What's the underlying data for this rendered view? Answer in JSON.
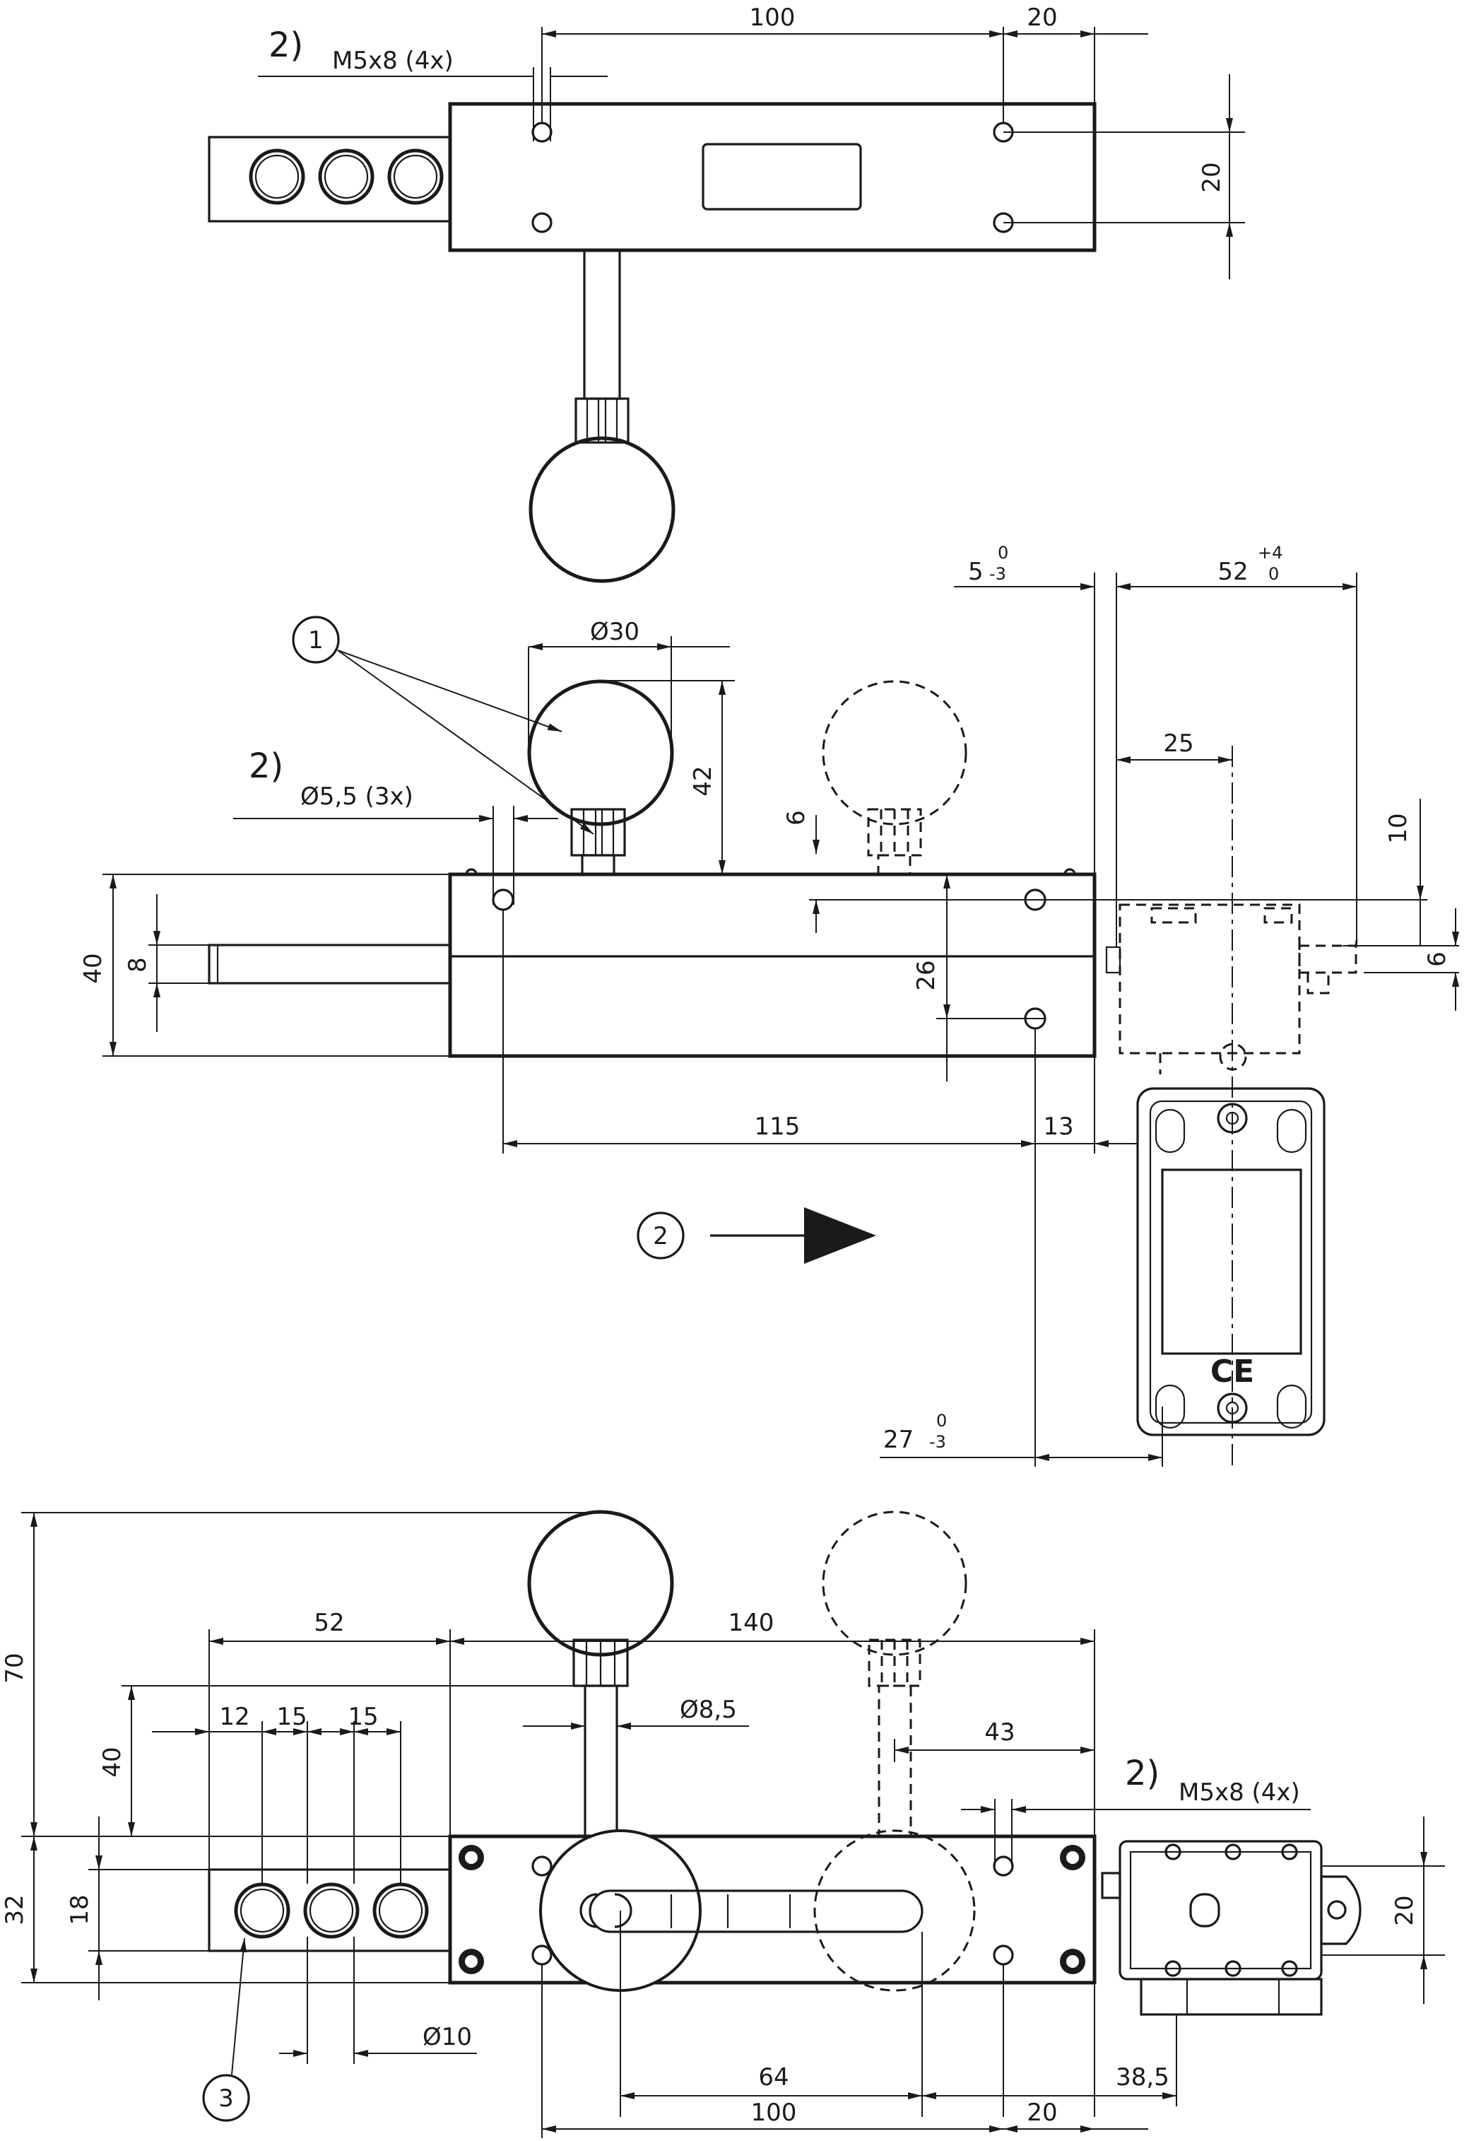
{
  "notes": {
    "n2_top": "2)",
    "n2_mid": "2)",
    "n2_bot": "2)"
  },
  "callouts": {
    "c1": "1",
    "c2": "2",
    "c3": "3"
  },
  "top_view": {
    "dim_100": "100",
    "dim_20_h": "20",
    "dim_20_v": "20",
    "thread": "M5x8 (4x)"
  },
  "middle_view": {
    "dia_30": "Ø30",
    "dia_55": "Ø5,5 (3x)",
    "dim_42": "42",
    "dim_6a": "6",
    "dim_26": "26",
    "dim_40": "40",
    "dim_8": "8",
    "dim_115": "115",
    "dim_13": "13",
    "dim_5": "5",
    "tol_5_up": "0",
    "tol_5_lo": "-3",
    "dim_52": "52",
    "tol_52_up": "+4",
    "tol_52_lo": "0",
    "dim_25": "25",
    "dim_10": "10",
    "dim_6b": "6",
    "dim_27": "27",
    "tol_27_up": "0",
    "tol_27_lo": "-3",
    "ce_mark": "CE"
  },
  "bottom_view": {
    "dim_70": "70",
    "dim_52": "52",
    "dim_140": "140",
    "dim_40": "40",
    "dim_12": "12",
    "dim_15a": "15",
    "dim_15b": "15",
    "dia_85": "Ø8,5",
    "dim_43": "43",
    "thread": "M5x8 (4x)",
    "dim_32": "32",
    "dim_18": "18",
    "dim_20_v": "20",
    "dia_10": "Ø10",
    "dim_64": "64",
    "dim_385": "38,5",
    "dim_100": "100",
    "dim_20_h": "20"
  }
}
